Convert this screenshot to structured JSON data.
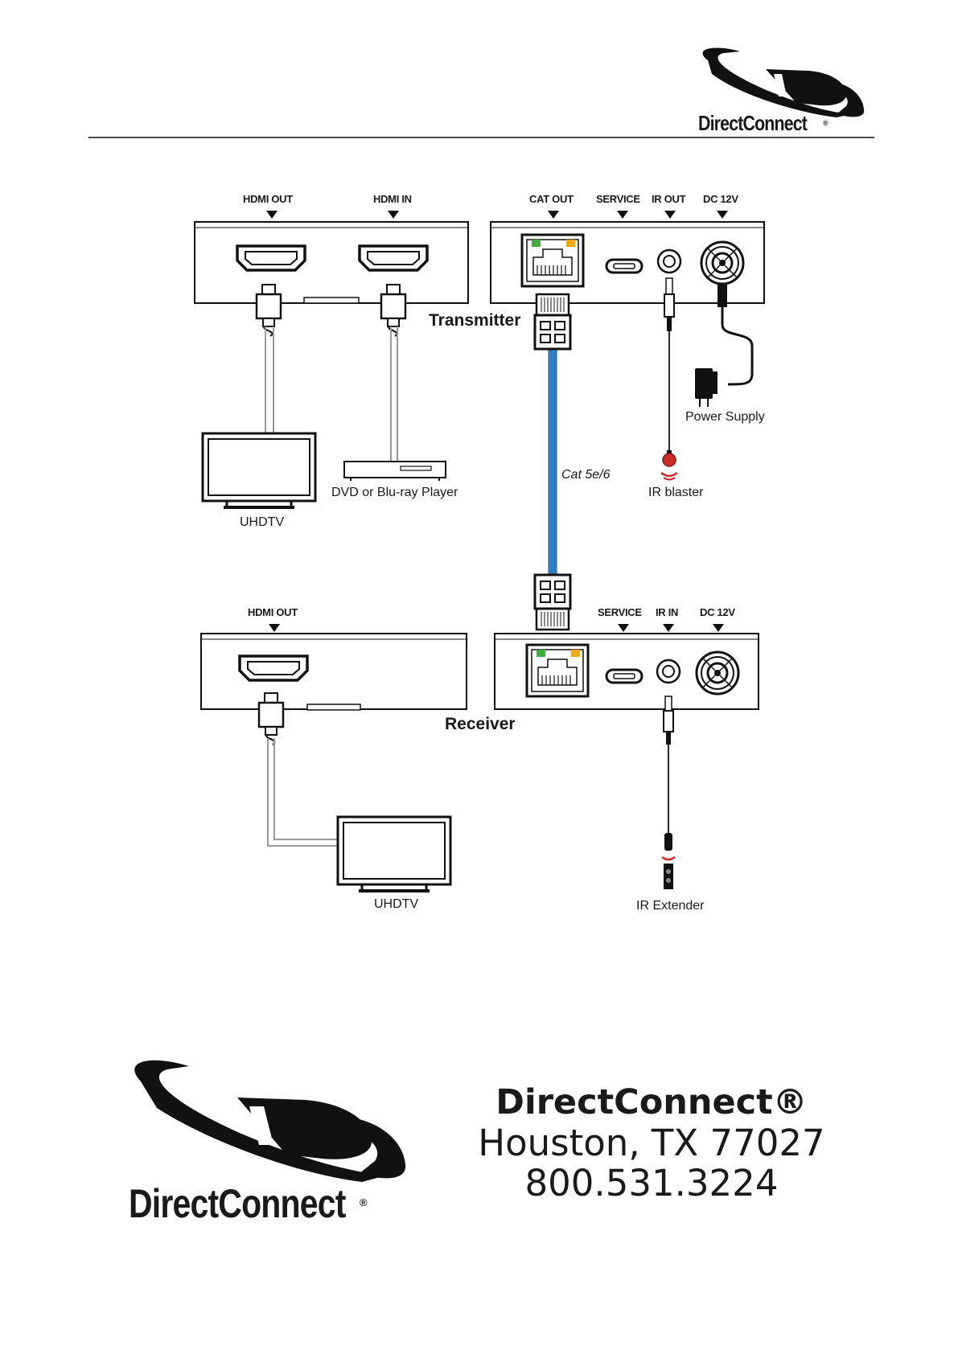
{
  "brand": {
    "logo_text": "DirectConnect",
    "registered": "®",
    "color": "#111111"
  },
  "transmitter": {
    "title": "Transmitter",
    "ports_left": [
      "HDMI OUT",
      "HDMI IN"
    ],
    "ports_right": [
      "CAT OUT",
      "SERVICE",
      "IR OUT",
      "DC 12V"
    ]
  },
  "receiver": {
    "title": "Receiver",
    "ports_left": [
      "HDMI OUT"
    ],
    "ports_right": [
      "SERVICE",
      "IR IN",
      "DC 12V"
    ]
  },
  "devices": {
    "tv_top": "UHDTV",
    "player": "DVD or Blu-ray Player",
    "power_supply": "Power Supply",
    "ir_blaster": "IR blaster",
    "tv_bottom": "UHDTV",
    "ir_extender": "IR Extender"
  },
  "cable": {
    "label": "Cat 5e/6",
    "color": "#2f7fc5"
  },
  "footer": {
    "company": "DirectConnect®",
    "city": "Houston, TX  77027",
    "phone": "800.531.3224"
  },
  "colors": {
    "led_green": "#3fae3f",
    "led_yellow": "#f0a81c",
    "ir_red": "#cc2a2a"
  }
}
